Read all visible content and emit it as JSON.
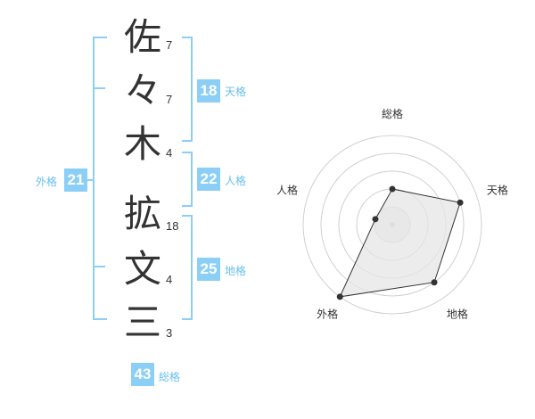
{
  "name": {
    "characters": [
      {
        "char": "佐",
        "strokes": "7"
      },
      {
        "char": "々",
        "strokes": "7"
      },
      {
        "char": "木",
        "strokes": "4"
      },
      {
        "char": "拡",
        "strokes": "18"
      },
      {
        "char": "文",
        "strokes": "4"
      },
      {
        "char": "三",
        "strokes": "3"
      }
    ]
  },
  "kaku": {
    "tenkaku": {
      "value": "18",
      "label": "天格"
    },
    "jinkaku": {
      "value": "22",
      "label": "人格"
    },
    "chikaku": {
      "value": "25",
      "label": "地格"
    },
    "gaikaku": {
      "value": "21",
      "label": "外格"
    },
    "soukaku": {
      "value": "43",
      "label": "総格"
    }
  },
  "chart_data": {
    "type": "radar",
    "axes": [
      "総格",
      "天格",
      "地格",
      "外格",
      "人格"
    ],
    "values": [
      2,
      4,
      4,
      5,
      1
    ],
    "max": 5,
    "rings": 5,
    "colors": {
      "fill": "#e6e6e6",
      "stroke": "#333333",
      "grid": "#d0d0d0",
      "accent": "#8ccff6"
    }
  }
}
